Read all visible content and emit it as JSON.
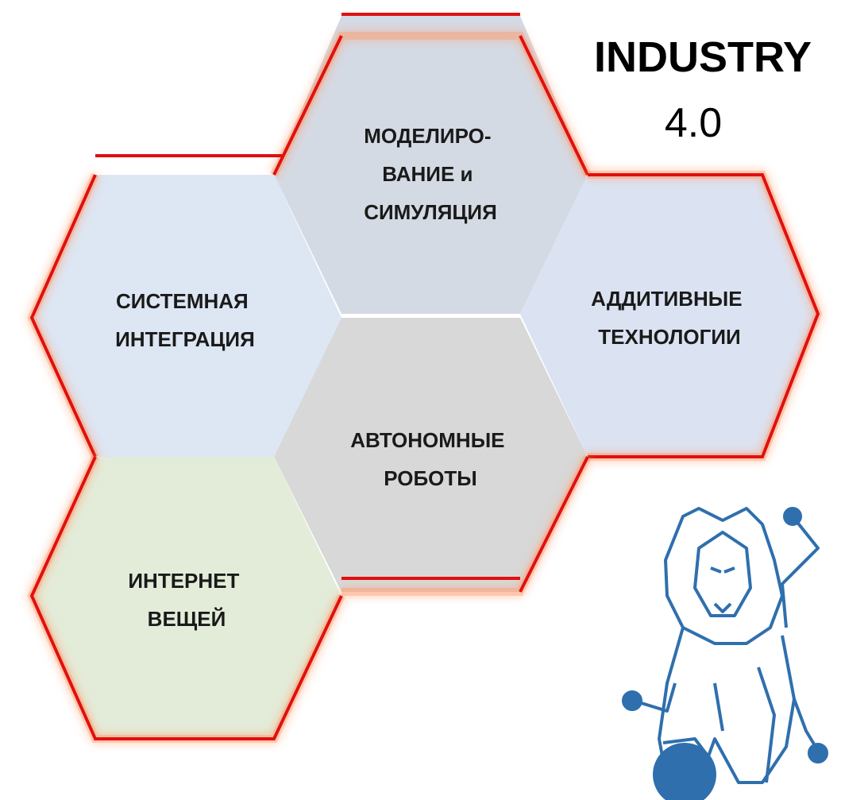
{
  "title": {
    "line1": "INDUSTRY",
    "line2": "4.0"
  },
  "hexagons": [
    {
      "id": "modeling",
      "lines": [
        "МОДЕЛИРО-",
        "ВАНИЕ и",
        "СИМУЛЯЦИЯ"
      ],
      "fill": "#d4dae4"
    },
    {
      "id": "system-integration",
      "lines": [
        "СИСТЕМНАЯ",
        "ИНТЕГРАЦИЯ"
      ],
      "fill": "#dde6f3"
    },
    {
      "id": "additive",
      "lines": [
        "АДДИТИВНЫЕ",
        "ТЕХНОЛОГИИ"
      ],
      "fill": "#dbe3f2"
    },
    {
      "id": "robots",
      "lines": [
        "АВТОНОМНЫЕ",
        "РОБОТЫ"
      ],
      "fill": "#d8d8d8"
    },
    {
      "id": "iot",
      "lines": [
        "ИНТЕРНЕТ",
        "ВЕЩЕЙ"
      ],
      "fill": "#e3ecd9"
    }
  ],
  "colors": {
    "outline": "#e01010",
    "glow": "#ff9a6a",
    "logo": "#2f6fad"
  },
  "logo_icon": "robot-lion-icon"
}
